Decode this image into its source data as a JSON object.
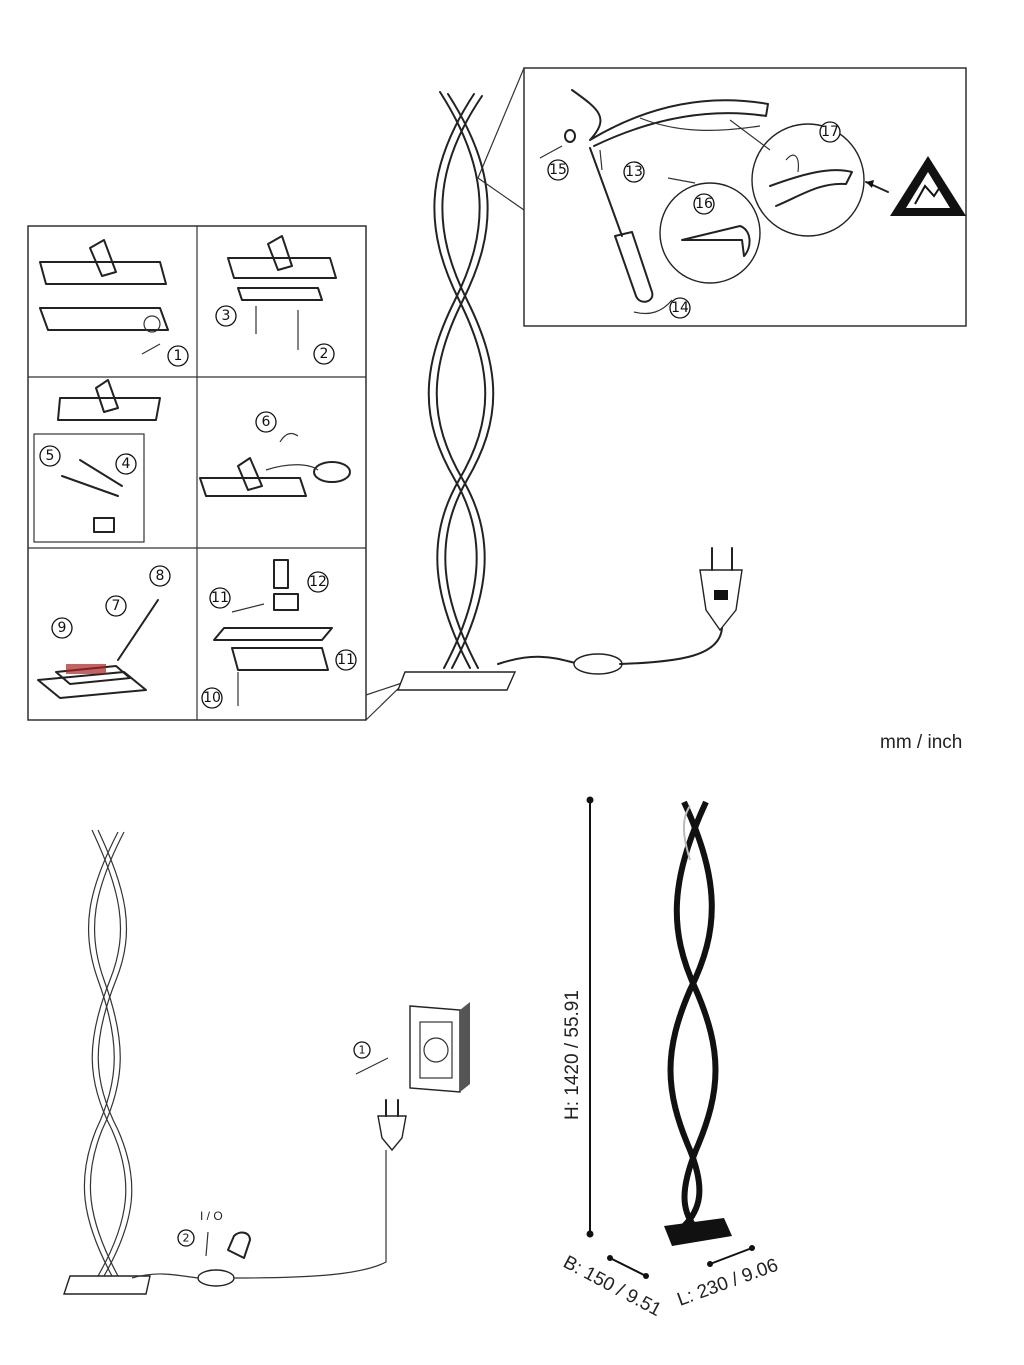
{
  "units": "mm / inch",
  "steps": [
    "1",
    "2",
    "3",
    "4",
    "5",
    "6",
    "7",
    "8",
    "9",
    "10",
    "11",
    "12",
    "13",
    "14",
    "15",
    "16",
    "17"
  ],
  "step11_repeat": "11",
  "switch_label": "I / O",
  "usage_steps": [
    "1",
    "2"
  ],
  "dimensions": {
    "height": "H: 1420 / 55.91",
    "width": "B: 150 / 9.51",
    "length": "L: 230 / 9.06"
  }
}
